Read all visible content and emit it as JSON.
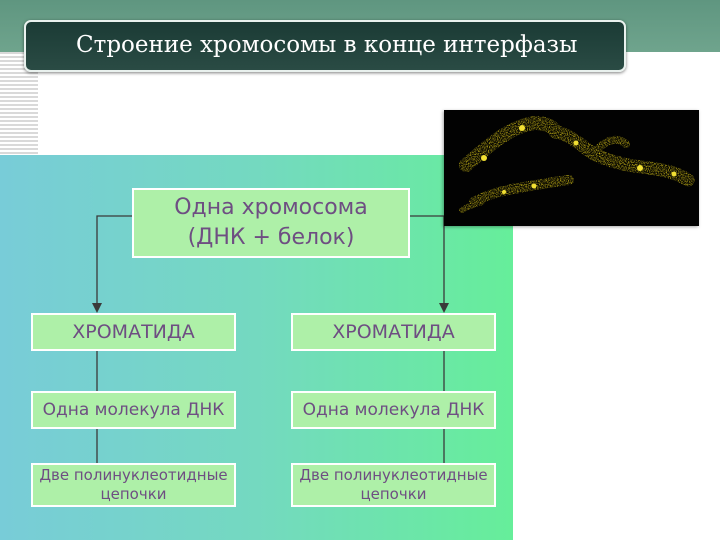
{
  "slide": {
    "title": "Строение хромосомы в конце интерфазы"
  },
  "diagram": {
    "root": {
      "line1": "Одна хромосома",
      "line2": "(ДНК + белок)"
    },
    "branches": [
      {
        "chromatid": "ХРОМАТИДА",
        "molecule": "Одна молекула ДНК",
        "chains_line1": "Две полинуклеотидные",
        "chains_line2": "цепочки"
      },
      {
        "chromatid": "ХРОМАТИДА",
        "molecule": "Одна молекула ДНК",
        "chains_line1": "Две полинуклеотидные",
        "chains_line2": "цепочки"
      }
    ]
  },
  "colors": {
    "title_bar": "#1b3b35",
    "box_fill": "#aef0a8",
    "box_text": "#6e4e82",
    "photo_chromosome": "#e8d21a"
  },
  "icons": {
    "photo": "chromosome-micrograph"
  }
}
